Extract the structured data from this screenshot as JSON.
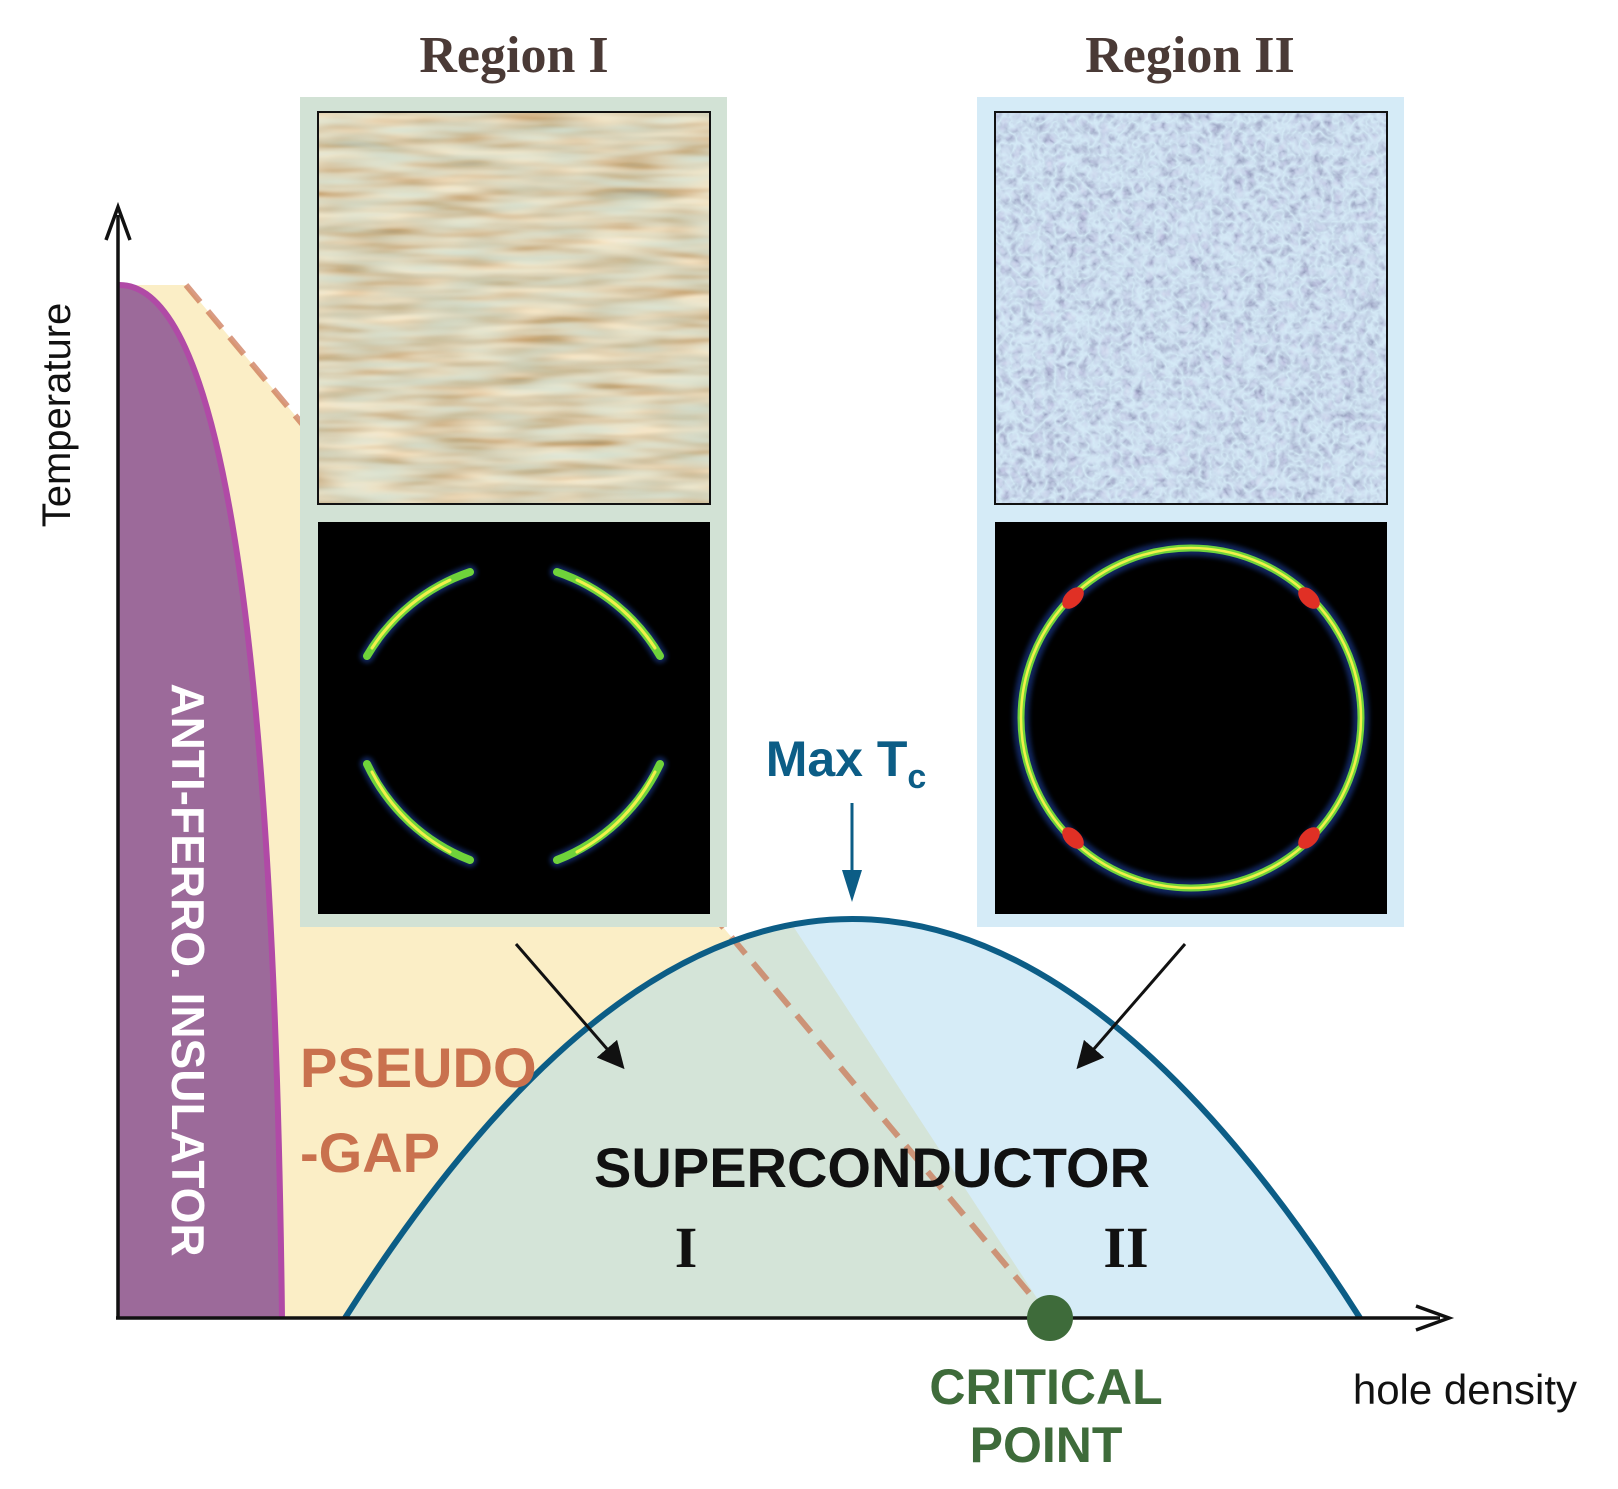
{
  "axes": {
    "y_label": "Temperature",
    "x_label": "hole density"
  },
  "regions": {
    "afm": "ANTI-FERRO. INSULATOR",
    "pseudogap_line1": "PSEUDO",
    "pseudogap_line2": "-GAP",
    "superconductor": "SUPERCONDUCTOR",
    "region_i_numeral": "I",
    "region_ii_numeral": "II"
  },
  "annotations": {
    "max_tc_prefix": "Max T",
    "max_tc_subscript": "c",
    "critical_point_line1": "CRITICAL",
    "critical_point_line2": "POINT"
  },
  "panels": {
    "region_i_title": "Region I",
    "region_ii_title": "Region II"
  },
  "colors": {
    "afm_fill": "#9c6a9a",
    "afm_edge": "#b04aa6",
    "pseudogap_fill": "#fbeec6",
    "pseudogap_text": "#c9714e",
    "sc_region_i_fill": "#d4e4d8",
    "sc_region_ii_fill": "#d6ecf7",
    "dome_line": "#0c5d86",
    "max_tc_text": "#0c5d86",
    "critical_point": "#3e6b3a",
    "dashed_line": "#c9714e",
    "panel_i_frame": "#d2e2d5",
    "panel_ii_frame": "#d5ebf7",
    "title_text": "#4a3a36"
  }
}
